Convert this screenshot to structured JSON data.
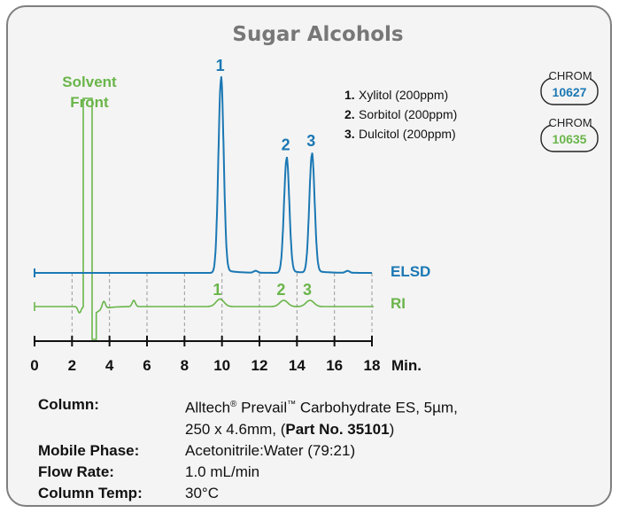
{
  "chart_data": {
    "type": "line",
    "title": "Sugar Alcohols",
    "x_unit_label": "Min.",
    "xlim": [
      0,
      18
    ],
    "x_ticks": [
      0,
      2,
      4,
      6,
      8,
      10,
      12,
      14,
      16,
      18
    ],
    "series": [
      {
        "name": "ELSD",
        "color": "#1b78b4",
        "peaks": [
          {
            "label": "1",
            "rt": 9.95,
            "height": 1.0,
            "width": 0.2
          },
          {
            "label": "2",
            "rt": 13.45,
            "height": 0.59,
            "width": 0.2
          },
          {
            "label": "3",
            "rt": 14.8,
            "height": 0.61,
            "width": 0.2
          }
        ],
        "minor_peaks": [
          {
            "rt": 11.8,
            "height": 0.01,
            "width": 0.15
          },
          {
            "rt": 16.7,
            "height": 0.01,
            "width": 0.15
          }
        ]
      },
      {
        "name": "RI",
        "color": "#6ab54a",
        "peaks": [
          {
            "label": "1",
            "rt": 9.8,
            "height": 0.06,
            "width": 0.3
          },
          {
            "label": "2",
            "rt": 13.2,
            "height": 0.05,
            "width": 0.3
          },
          {
            "label": "3",
            "rt": 14.6,
            "height": 0.05,
            "width": 0.3
          }
        ],
        "solvent_front_rt": [
          2.6,
          3.2
        ],
        "disturbances": [
          {
            "rt": 2.4,
            "height": -0.05
          },
          {
            "rt": 3.6,
            "height": 0.06
          },
          {
            "rt": 5.2,
            "height": 0.05
          }
        ]
      }
    ],
    "annotations": {
      "solvent_front": [
        "Solvent",
        "Front"
      ]
    },
    "legend": [
      {
        "num": "1.",
        "text": "Xylitol (200ppm)"
      },
      {
        "num": "2.",
        "text": "Sorbitol (200ppm)"
      },
      {
        "num": "3.",
        "text": "Dulcitol (200ppm)"
      }
    ],
    "grid_vertical_dashed": true
  },
  "chrom_badges": [
    {
      "top": "CHROM",
      "num": "10627",
      "num_color": "#1b78b4"
    },
    {
      "top": "CHROM",
      "num": "10635",
      "num_color": "#6ab54a"
    }
  ],
  "details": {
    "column_label": "Column:",
    "column_value_1_pre": "Alltech",
    "column_value_1_reg": "®",
    "column_value_1_mid": " Prevail",
    "column_value_1_tm": "™",
    "column_value_1_post": " Carbohydrate ES, 5µm,",
    "column_value_2_pre": "250 x 4.6mm, (",
    "column_value_2_bold": "Part No. 35101",
    "column_value_2_post": ")",
    "mobile_label": "Mobile Phase:",
    "mobile_value": "Acetonitrile:Water (79:21)",
    "flow_label": "Flow Rate:",
    "flow_value": "1.0 mL/min",
    "temp_label": "Column Temp:",
    "temp_value": "30°C"
  }
}
